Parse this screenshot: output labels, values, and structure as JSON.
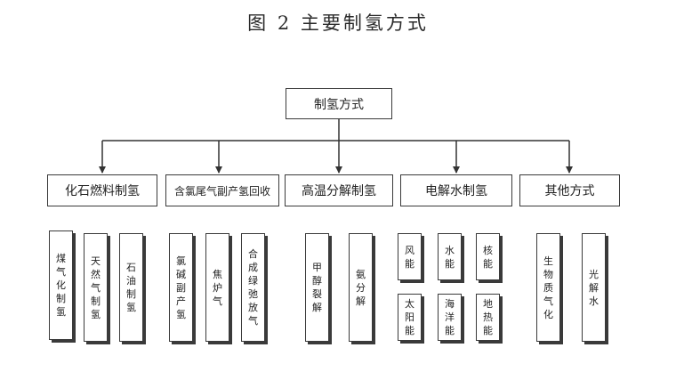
{
  "title": "图 2  主要制氢方式",
  "root": "制氢方式",
  "categories": [
    {
      "label": "化石燃料制氢",
      "leaves": [
        "煤气化制氢",
        "天然气制氢",
        "石油制氢"
      ]
    },
    {
      "label": "含氯尾气副产氢回收",
      "leaves": [
        "氯碱副产氢",
        "焦炉气",
        "合成绿弛放气"
      ]
    },
    {
      "label": "高温分解制氢",
      "leaves": [
        "甲醇裂解",
        "氨分解"
      ]
    },
    {
      "label": "电解水制氢",
      "leaves": [
        "风能",
        "水能",
        "核能",
        "太阳能",
        "海洋能",
        "地热能"
      ]
    },
    {
      "label": "其他方式",
      "leaves": [
        "生物质气化",
        "光解水"
      ]
    }
  ]
}
